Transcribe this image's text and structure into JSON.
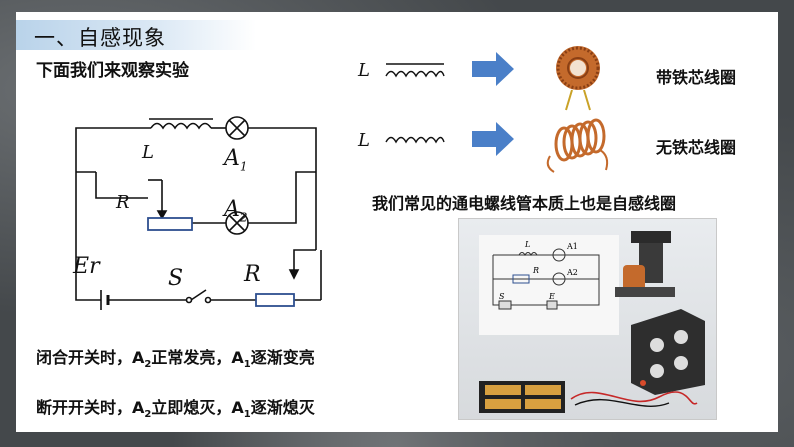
{
  "section_title": "一、自感现象",
  "lead_text": "下面我们来观察实验",
  "symbols": {
    "L": "L",
    "A1": "A",
    "A1_sub": "1",
    "A2": "A",
    "A2_sub": "2",
    "R": "R",
    "E": "E",
    "r": "r",
    "S": "S"
  },
  "coil_iron_label": "带铁芯线圈",
  "coil_air_label": "无铁芯线圈",
  "solenoid_note": "我们常见的通电螺线管本质上也是自感线圈",
  "statement_close": {
    "prefix": "闭合开关时，",
    "a2": "A",
    "a2_sub": "2",
    "mid": "正常发亮，",
    "a1": "A",
    "a1_sub": "1",
    "suffix": "逐渐变亮"
  },
  "statement_open": {
    "prefix": "断开开关时，",
    "a2": "A",
    "a2_sub": "2",
    "mid": "立即熄灭，",
    "a1": "A",
    "a1_sub": "1",
    "suffix": "逐渐熄灭"
  },
  "photo_labels": {
    "L": "L",
    "A1": "A1",
    "R": "R",
    "A2": "A2",
    "S": "S",
    "E": "E"
  },
  "colors": {
    "title": "#1f5fbf",
    "arrow": "#4a7fc8",
    "copper": "#c46a2c",
    "resistor": "#2d4f8f"
  }
}
